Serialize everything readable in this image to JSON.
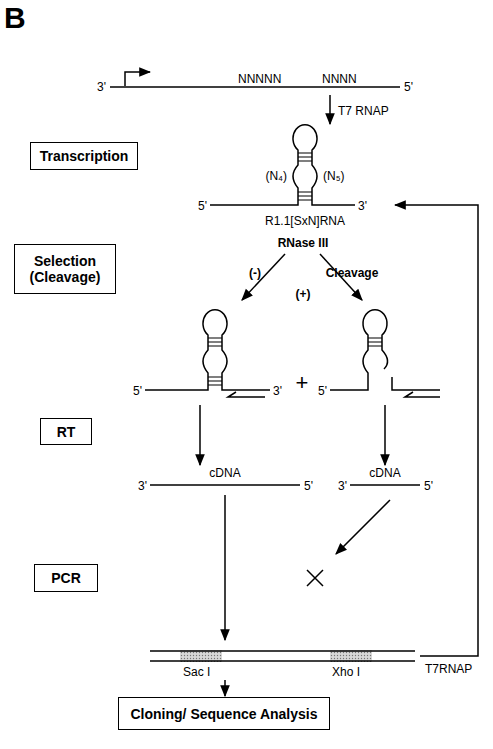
{
  "diagram": {
    "nodes": [
      {
        "text": [
          "Transcription"
        ]
      },
      {
        "text": [
          "Selection (Cleavage)"
        ]
      },
      {
        "text": [
          "RT"
        ]
      },
      {
        "text": [
          "PCR"
        ]
      },
      {
        "text": [
          "Cloning/ Sequence Analysis"
        ]
      }
    ],
    "labels": [
      "B",
      "3'",
      "NNNNN",
      "NNNN",
      "5'",
      "T7 RNAP",
      "(N₄)",
      "(N₅)",
      "5'",
      "3'",
      "R1.1[SxN]RNA",
      "RNase III",
      "(-)",
      "Cleavage",
      "(+)",
      "5'",
      "3'",
      "+",
      "5'",
      "3'",
      "cDNA",
      "5'",
      "3'",
      "cDNA",
      "5'",
      "Sac I",
      "Xho I",
      "T7RNAP"
    ]
  }
}
